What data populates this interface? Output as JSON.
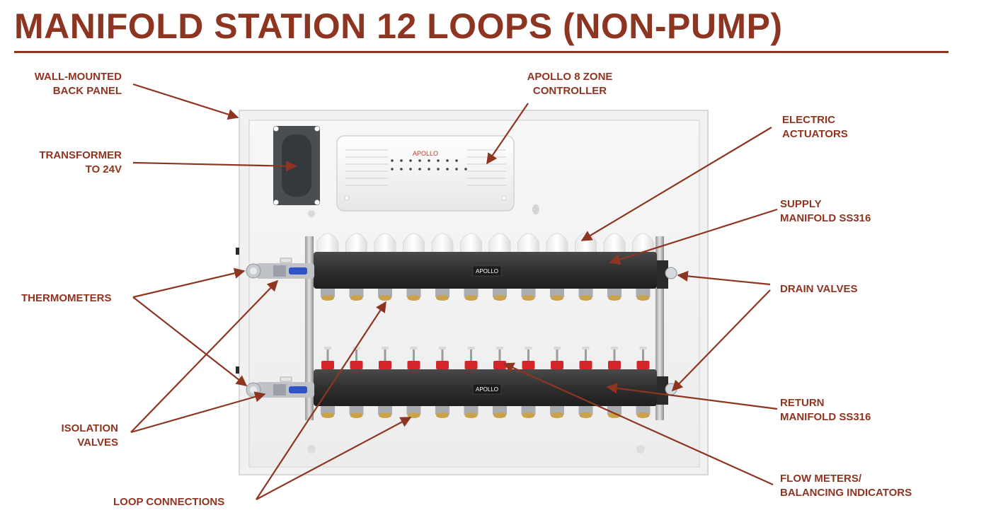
{
  "title": "MANIFOLD STATION 12 LOOPS (NON-PUMP)",
  "accent_color": "#8e3522",
  "labels": {
    "back_panel": [
      "WALL-MOUNTED",
      "BACK PANEL"
    ],
    "transformer": [
      "TRANSFORMER",
      "TO 24V"
    ],
    "thermometers": [
      "THERMOMETERS"
    ],
    "isolation_valves": [
      "ISOLATION",
      "VALVES"
    ],
    "loop_connections": [
      "LOOP CONNECTIONS"
    ],
    "controller": [
      "APOLLO 8 ZONE",
      "CONTROLLER"
    ],
    "actuators": [
      "ELECTRIC",
      "ACTUATORS"
    ],
    "supply_manifold": [
      "SUPPLY",
      "MANIFOLD SS316"
    ],
    "drain_valves": [
      "DRAIN VALVES"
    ],
    "return_manifold": [
      "RETURN",
      "MANIFOLD SS316"
    ],
    "flow_meters": [
      "FLOW METERS/",
      "BALANCING INDICATORS"
    ]
  },
  "product_marks": {
    "controller_brand": "APOLLO",
    "supply_brand": "APOLLO",
    "return_brand": "APOLLO"
  },
  "loop_count": 12
}
